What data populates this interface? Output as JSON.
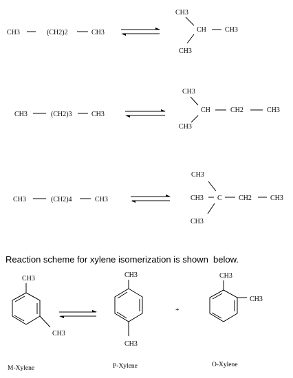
{
  "reaction_1": {
    "reactant": {
      "start": "CH3",
      "mid": "(CH2)2",
      "end": "CH3"
    },
    "product": {
      "top": "CH3",
      "center": "CH",
      "right": "CH3",
      "bottom": "CH3"
    }
  },
  "reaction_2": {
    "reactant": {
      "start": "CH3",
      "mid": "(CH2)3",
      "end": "CH3"
    },
    "product": {
      "top": "CH3",
      "center": "CH",
      "ch2": "CH2",
      "right": "CH3",
      "bottom": "CH3"
    }
  },
  "reaction_3": {
    "reactant": {
      "start": "CH3",
      "mid": "(CH2)4",
      "end": "CH3"
    },
    "product": {
      "top": "CH3",
      "left": "CH3",
      "center": "C",
      "ch2": "CH2",
      "right": "CH3",
      "bottom": "CH3"
    }
  },
  "caption": "Reaction scheme for xylene isomerization is shown  below.",
  "xylene": {
    "meta": {
      "sub_top": "CH3",
      "sub_bottom": "CH3",
      "name": "M-Xylene"
    },
    "para": {
      "sub_top": "CH3",
      "sub_bottom": "CH3",
      "name": "P-Xylene"
    },
    "plus": "+",
    "ortho": {
      "sub_top": "CH3",
      "sub_right": "CH3",
      "name": "O-Xylene"
    }
  }
}
